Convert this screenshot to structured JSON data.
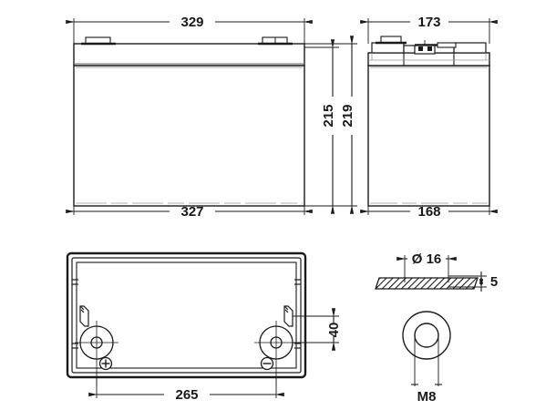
{
  "drawing": {
    "title": "Battery dimensional drawing",
    "units": "mm",
    "line_color": "#1a1a1a",
    "thin_line_color": "#555555",
    "background": "#ffffff",
    "views": {
      "front": {
        "name": "front-view",
        "dimensions": {
          "overall_width": "329",
          "case_width": "327",
          "case_height": "215",
          "overall_height": "219"
        }
      },
      "side": {
        "name": "side-view",
        "dimensions": {
          "overall_depth": "173",
          "case_depth": "168"
        }
      },
      "top": {
        "name": "top-view",
        "dimensions": {
          "terminal_spacing": "265",
          "terminal_offset": "40"
        },
        "terminals": {
          "positive_symbol": "+",
          "negative_symbol": "−"
        }
      },
      "terminal_detail": {
        "name": "terminal-detail-view",
        "dimensions": {
          "washer_diameter": "Ø 16",
          "washer_thickness": "5",
          "thread": "M8"
        }
      }
    }
  },
  "chart_data": {
    "type": "table",
    "title": "Battery dimensional drawing (mm)",
    "categories": [
      "329",
      "327",
      "215",
      "219",
      "173",
      "168",
      "265",
      "40",
      "Ø 16",
      "5",
      "M8"
    ],
    "values": [
      329,
      327,
      215,
      219,
      173,
      168,
      265,
      40,
      16,
      5,
      8
    ]
  }
}
